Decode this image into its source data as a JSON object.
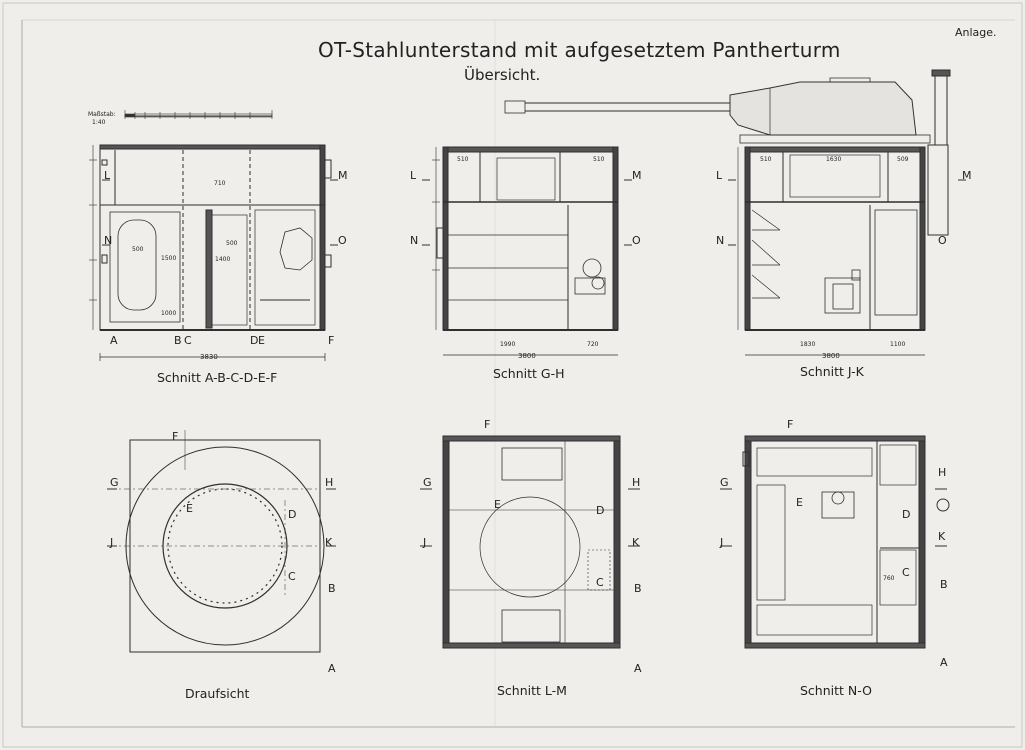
{
  "title": "OT-Stahlunterstand mit aufgesetztem Pantherturm",
  "subtitle": "Übersicht.",
  "annex_label": "Anlage.",
  "scale_label": "Maßstab:",
  "scale_ratio": "1:40",
  "views": {
    "section_abcdef": "Schnitt A-B-C-D-E-F",
    "section_gh": "Schnitt G-H",
    "section_jk": "Schnitt J-K",
    "plan": "Draufsicht",
    "section_lm": "Schnitt L-M",
    "section_no": "Schnitt N-O"
  },
  "section_marks": {
    "A": "A",
    "B": "B",
    "C": "C",
    "D": "D",
    "E": "E",
    "F": "F",
    "G": "G",
    "H": "H",
    "J": "J",
    "K": "K",
    "L": "L",
    "M": "M",
    "N": "N",
    "O": "O"
  },
  "dimensions": {
    "width_abcdef": "3830",
    "width_gh": "3800",
    "width_jk": "3800",
    "gh_top_left": "510",
    "gh_top_right": "510",
    "jk_top_left": "510",
    "jk_top_mid": "1630",
    "jk_top_right": "509",
    "gh_bottom_mid": "1990",
    "gh_bottom_right": "720",
    "jk_bottom_mid": "1830",
    "jk_bottom_right": "1100",
    "abc_door": "500",
    "abc_h1": "1500",
    "abc_h2": "1000",
    "abc_h3": "1400",
    "abc_h4": "710",
    "abc_w2": "500",
    "no_dim1": "760"
  },
  "colors": {
    "ink": "#2a2a2a",
    "paper": "#efeeeb",
    "accent_turret": "#555555"
  }
}
